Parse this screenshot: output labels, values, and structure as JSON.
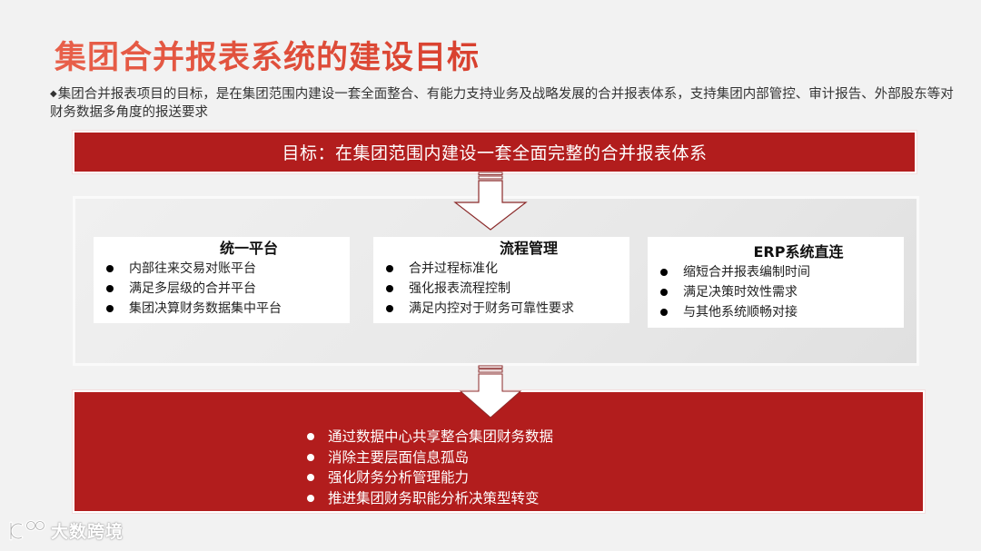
{
  "slide": {
    "title": "集团合并报表系统的建设目标",
    "intro": {
      "bullet_icon": "diamond",
      "text": "集团合并报表项目的目标，是在集团范围内建设一套全面整合、有能力支持业务及战略发展的合并报表体系，支持集团内部管控、审计报告、外部股东等对财务数据多角度的报送要求"
    },
    "goal": "目标：在集团范围内建设一套全面完整的合并报表体系",
    "cards": [
      {
        "title": "统一平台",
        "items": [
          "内部往来交易对账平台",
          "满足多层级的合并平台",
          "集团决算财务数据集中平台"
        ]
      },
      {
        "title": "流程管理",
        "items": [
          "合并过程标准化",
          "强化报表流程控制",
          "满足内控对于财务可靠性要求"
        ]
      },
      {
        "title": "ERP系统直连",
        "items": [
          "缩短合并报表编制时间",
          "满足决策时效性需求",
          "与其他系统顺畅对接"
        ]
      }
    ],
    "outcomes": [
      "通过数据中心共享整合集团财务数据",
      "消除主要层面信息孤岛",
      "强化财务分析管理能力",
      "推进集团财务职能分析决策型转变"
    ],
    "watermark": "大数跨境",
    "colors": {
      "accent_red": "#b21d1d",
      "title_red": "#e05540",
      "background": "#f2f2f2",
      "arrow_outline": "#8b2a2a"
    }
  }
}
